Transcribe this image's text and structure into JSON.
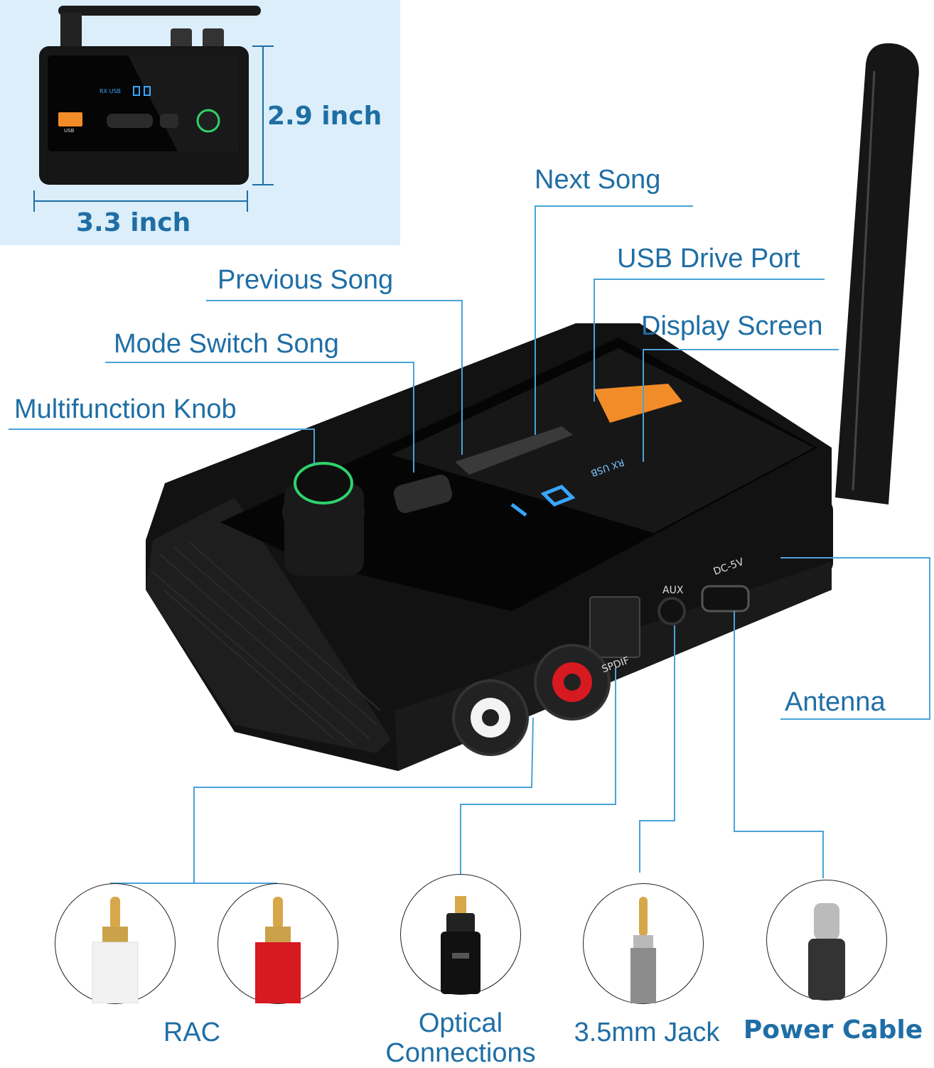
{
  "inset": {
    "height_label": "2.9 inch",
    "width_label": "3.3 inch",
    "screen_text": "RX USB",
    "usb_port_label": "USB"
  },
  "callouts": {
    "next_song": "Next Song",
    "usb_drive_port": "USB Drive Port",
    "previous_song": "Previous Song",
    "display_screen": "Display Screen",
    "mode_switch_song": "Mode Switch Song",
    "multifunction_knob": "Multifunction Knob",
    "antenna": "Antenna"
  },
  "device_port_labels": {
    "aux": "AUX",
    "dc": "DC-5V",
    "spdif": "SPDIF",
    "screen": "RX USB"
  },
  "connectors": {
    "rac": "RAC",
    "optical_line1": "Optical",
    "optical_line2": "Connections",
    "jack": "3.5mm Jack",
    "power": "Power Cable"
  },
  "colors": {
    "accent": "#1f6ea5",
    "inset_bg": "#dbeef9",
    "usb_orange": "#f28c28",
    "rca_red": "#d71920",
    "knob_green": "#2fd26b"
  }
}
